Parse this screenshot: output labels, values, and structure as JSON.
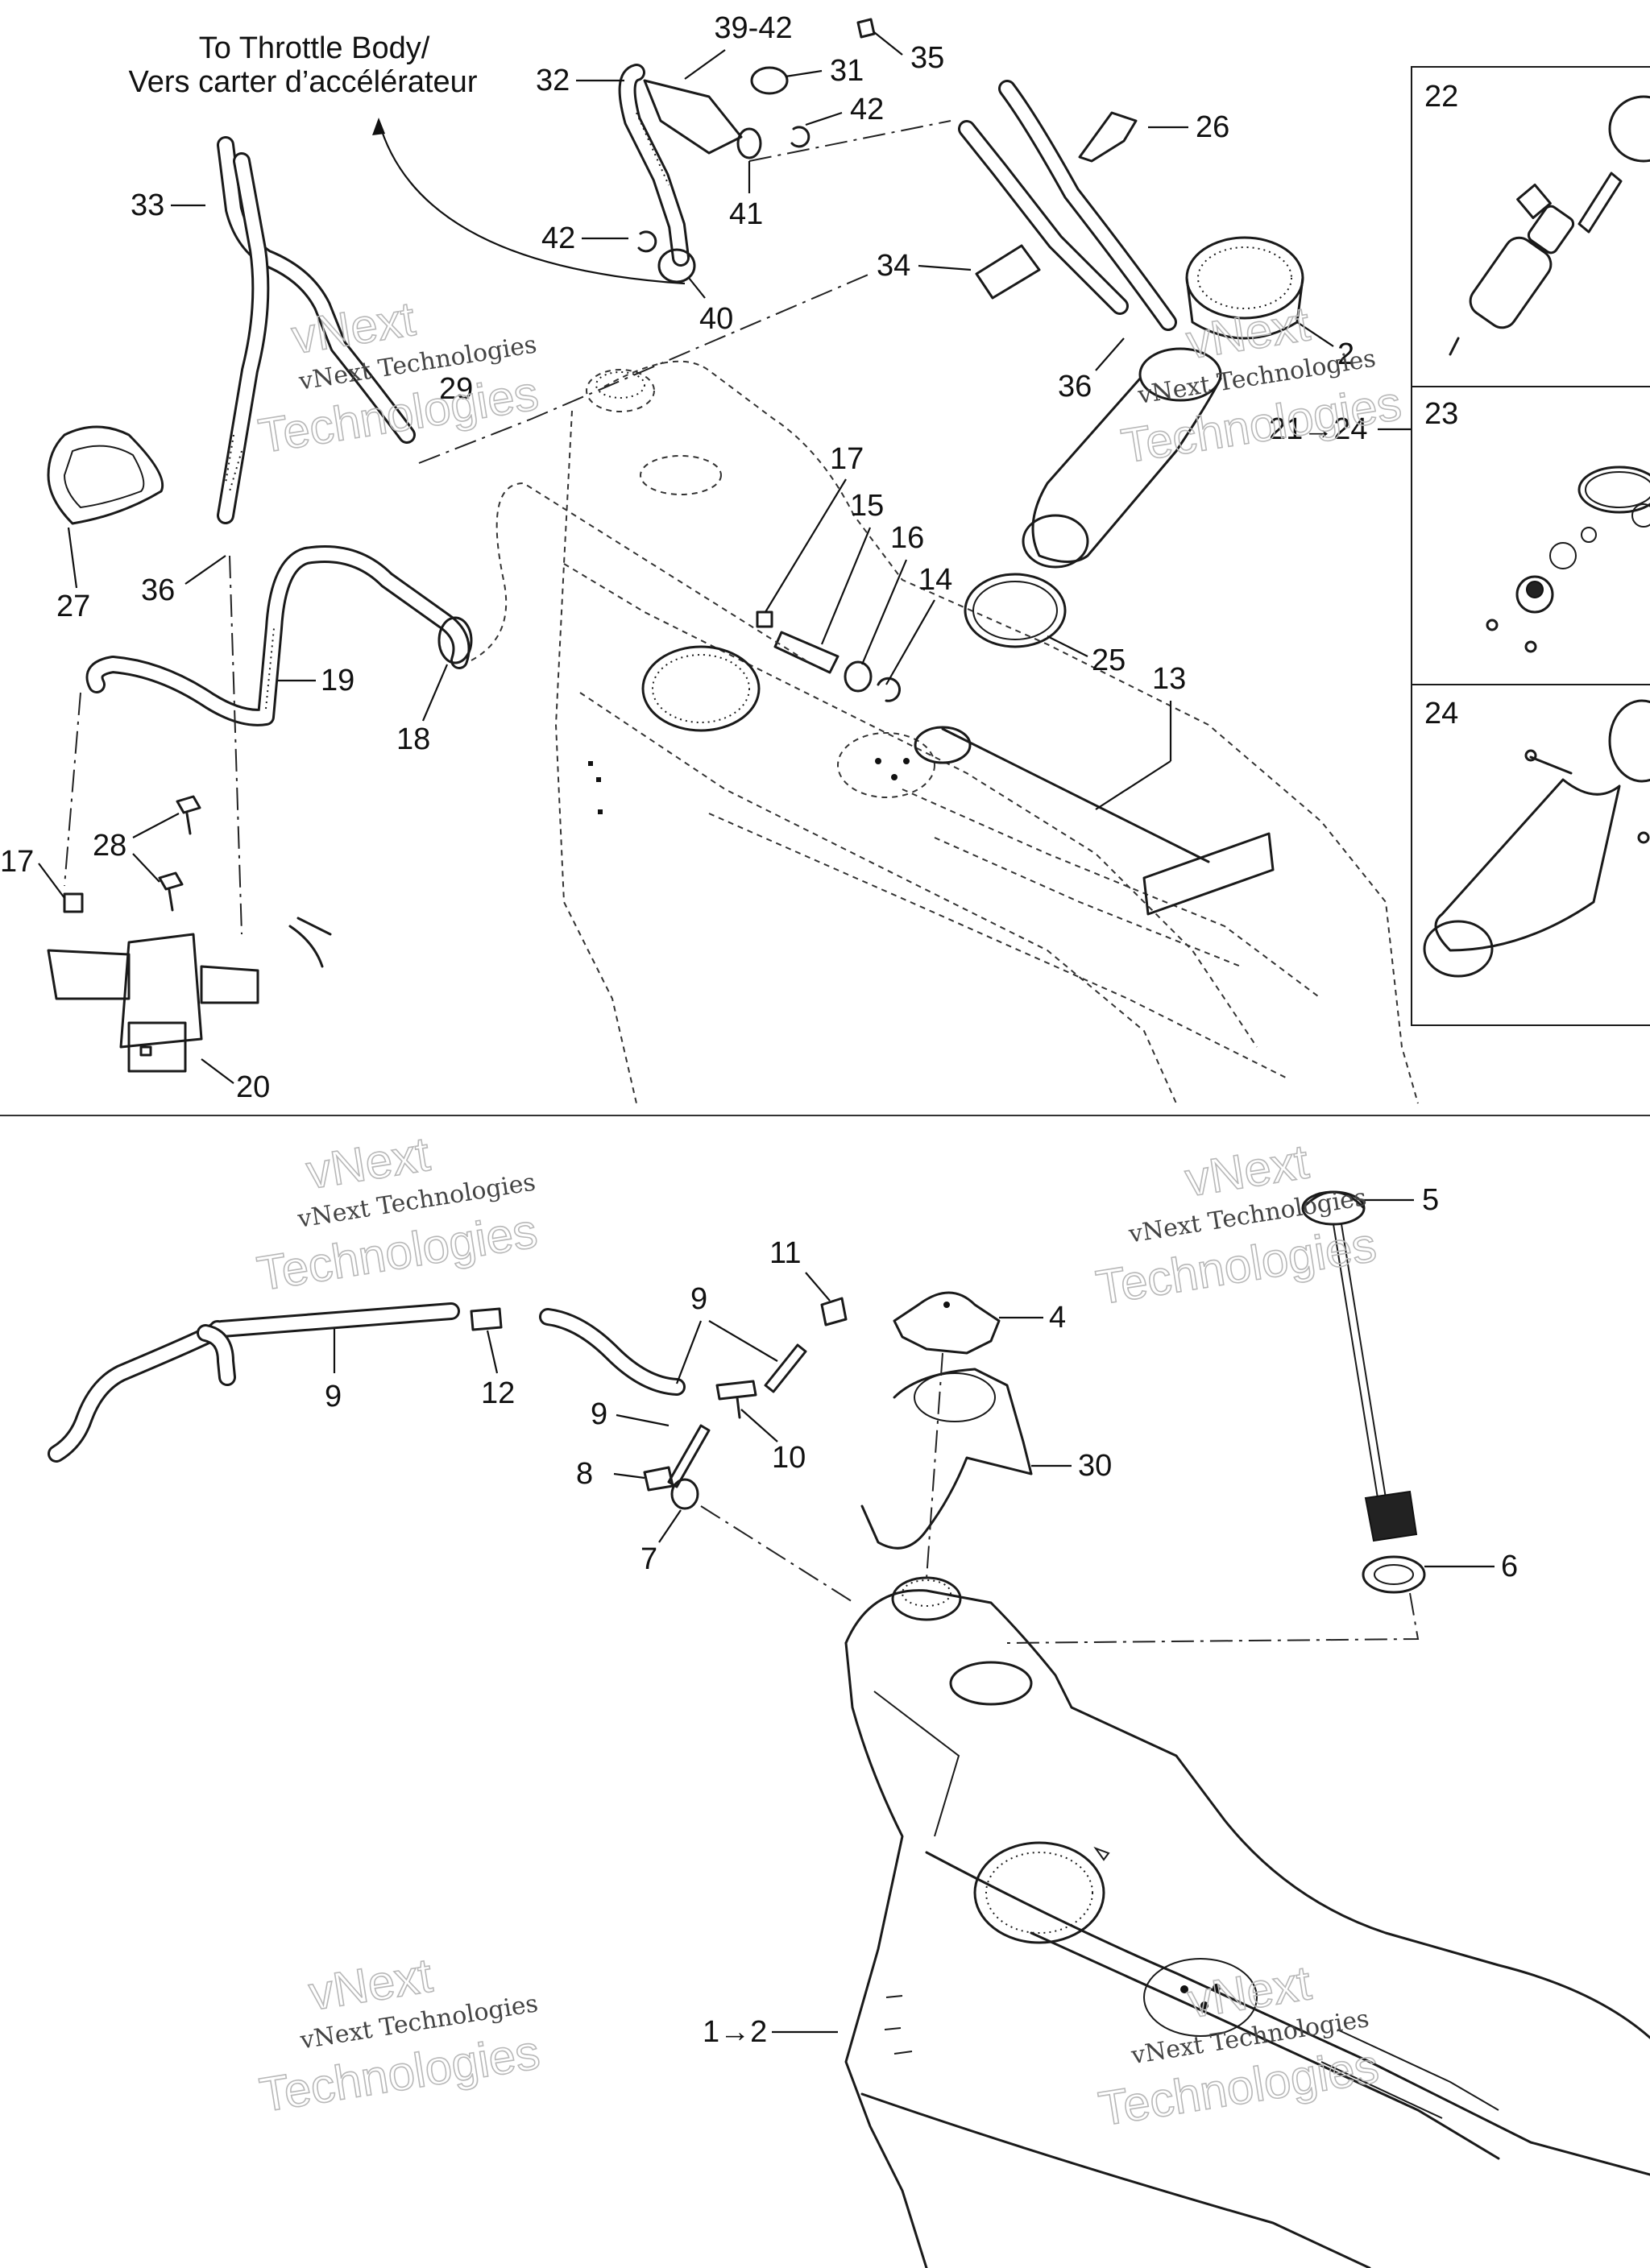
{
  "title": {
    "line1": "To Throttle Body/",
    "line2": "Vers carter d’accélérateur"
  },
  "watermark": {
    "line1": "vNext Technologies",
    "outline": "vNext",
    "outline2": "Technologies"
  },
  "callouts_top": [
    {
      "id": "c39",
      "text": "39-42"
    },
    {
      "id": "c35",
      "text": "35"
    },
    {
      "id": "c32",
      "text": "32"
    },
    {
      "id": "c31",
      "text": "31"
    },
    {
      "id": "c42a",
      "text": "42"
    },
    {
      "id": "c26",
      "text": "26"
    },
    {
      "id": "c41",
      "text": "41"
    },
    {
      "id": "c42b",
      "text": "42"
    },
    {
      "id": "c33",
      "text": "33"
    },
    {
      "id": "c40",
      "text": "40"
    },
    {
      "id": "c34",
      "text": "34"
    },
    {
      "id": "c2",
      "text": "2"
    },
    {
      "id": "c36a",
      "text": "36"
    },
    {
      "id": "c29",
      "text": "29"
    },
    {
      "id": "c21",
      "text": "21→24"
    },
    {
      "id": "c17a",
      "text": "17"
    },
    {
      "id": "c15",
      "text": "15"
    },
    {
      "id": "c16",
      "text": "16"
    },
    {
      "id": "c14",
      "text": "14"
    },
    {
      "id": "c27",
      "text": "27"
    },
    {
      "id": "c36b",
      "text": "36"
    },
    {
      "id": "c25",
      "text": "25"
    },
    {
      "id": "c19",
      "text": "19"
    },
    {
      "id": "c13",
      "text": "13"
    },
    {
      "id": "c18",
      "text": "18"
    },
    {
      "id": "c28",
      "text": "28"
    },
    {
      "id": "c17b",
      "text": "17"
    },
    {
      "id": "c20",
      "text": "20"
    }
  ],
  "inset_panels": [
    {
      "id": "p22",
      "text": "22"
    },
    {
      "id": "p23",
      "text": "23"
    },
    {
      "id": "p24",
      "text": "24"
    }
  ],
  "callouts_bottom": [
    {
      "id": "c5",
      "text": "5"
    },
    {
      "id": "c11",
      "text": "11"
    },
    {
      "id": "c9a",
      "text": "9"
    },
    {
      "id": "c4",
      "text": "4"
    },
    {
      "id": "c9b",
      "text": "9"
    },
    {
      "id": "c12",
      "text": "12"
    },
    {
      "id": "c9c",
      "text": "9"
    },
    {
      "id": "c10",
      "text": "10"
    },
    {
      "id": "c30",
      "text": "30"
    },
    {
      "id": "c8",
      "text": "8"
    },
    {
      "id": "c7",
      "text": "7"
    },
    {
      "id": "c6",
      "text": "6"
    },
    {
      "id": "c1",
      "text": "1→2"
    }
  ]
}
